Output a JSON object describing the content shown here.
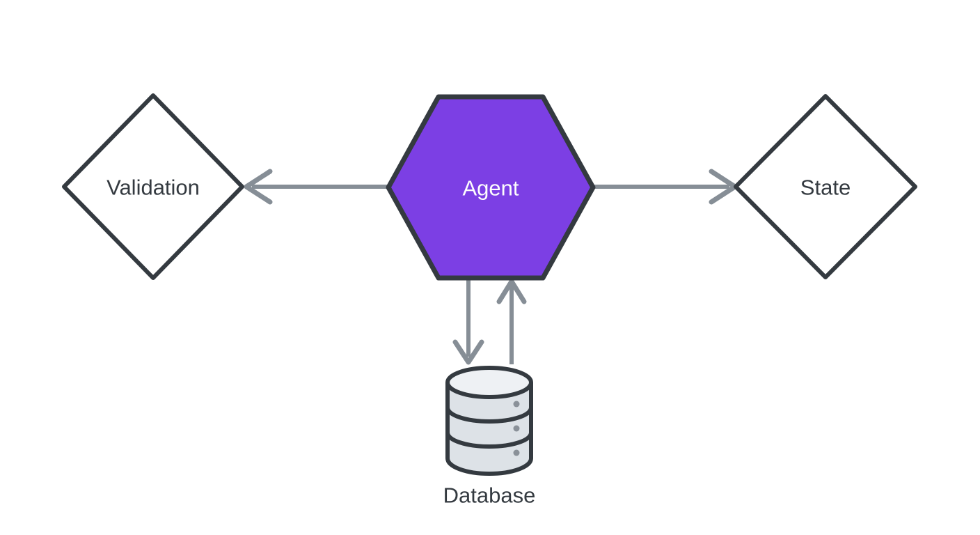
{
  "diagram": {
    "title": "agent-flow-diagram",
    "background": "#ffffff",
    "nodes": {
      "validation": {
        "label": "Validation",
        "shape": "diamond"
      },
      "agent": {
        "label": "Agent",
        "shape": "hexagon"
      },
      "state": {
        "label": "State",
        "shape": "diamond"
      },
      "database": {
        "label": "Database",
        "shape": "cylinder"
      }
    },
    "edges": [
      {
        "from": "agent",
        "to": "validation",
        "type": "arrow",
        "direction": "left"
      },
      {
        "from": "agent",
        "to": "state",
        "type": "arrow",
        "direction": "right"
      },
      {
        "from": "agent",
        "to": "database",
        "type": "arrow",
        "direction": "down"
      },
      {
        "from": "database",
        "to": "agent",
        "type": "arrow",
        "direction": "up"
      }
    ],
    "colors": {
      "node_stroke": "#343a40",
      "agent_fill": "#7c3fe4",
      "agent_text": "#fdfdfd",
      "diamond_fill": "#ffffff",
      "label_text": "#343a40",
      "arrow": "#868e96",
      "db_body_fill": "#dde2e7",
      "db_top_fill": "#eef1f4",
      "db_dot": "#8a9199"
    }
  }
}
